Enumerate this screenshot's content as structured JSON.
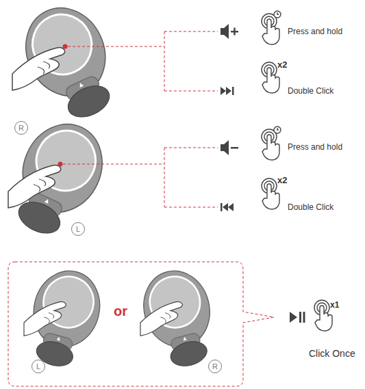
{
  "diagram": {
    "nodes": [
      {
        "text": [
          "R"
        ]
      },
      {
        "text": [
          "L"
        ]
      },
      {
        "text": [
          "L"
        ]
      },
      {
        "text": [
          "R"
        ]
      }
    ],
    "labels": [
      "Press and hold",
      "x2",
      "Double Click",
      "Press and hold",
      "x2",
      "Double Click",
      "or",
      "x1",
      "Click Once"
    ]
  }
}
